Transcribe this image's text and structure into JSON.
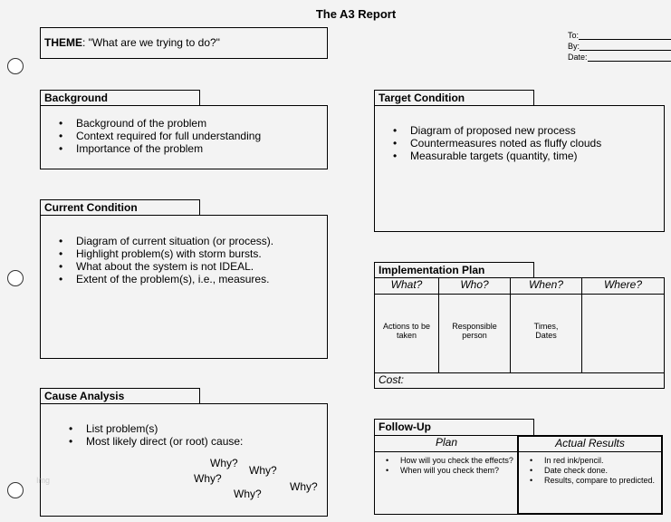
{
  "title": "The A3 Report",
  "theme": {
    "label": "THEME",
    "text": ": \"What are we trying to do?\""
  },
  "meta": {
    "to": "To:",
    "by": "By:",
    "date": "Date:"
  },
  "watermark": "Img",
  "background": {
    "title": "Background",
    "items": [
      "Background of the problem",
      "Context required for full understanding",
      "Importance of the problem"
    ]
  },
  "current": {
    "title": "Current Condition",
    "items": [
      "Diagram of current situation (or process).",
      "Highlight problem(s) with storm bursts.",
      "What about the system is not IDEAL.",
      "Extent of the problem(s), i.e., measures."
    ]
  },
  "cause": {
    "title": "Cause Analysis",
    "items": [
      "List problem(s)",
      "Most likely direct (or root) cause:"
    ],
    "whys": [
      "Why?",
      "Why?",
      "Why?",
      "Why?",
      "Why?"
    ]
  },
  "target": {
    "title": "Target Condition",
    "items": [
      "Diagram of proposed new process",
      "Countermeasures noted as fluffy clouds",
      "Measurable targets (quantity, time)"
    ]
  },
  "plan": {
    "title": "Implementation Plan",
    "headers": [
      "What?",
      "Who?",
      "When?",
      "Where?"
    ],
    "cells": [
      "Actions to be taken",
      "Responsible person",
      "Times, Dates",
      ""
    ],
    "cost": "Cost:"
  },
  "followup": {
    "title": "Follow-Up",
    "plan_header": "Plan",
    "plan_items": [
      "How will you check the effects?",
      "When will you check them?"
    ],
    "results_header": "Actual Results",
    "results_items": [
      "In red ink/pencil.",
      "Date check done.",
      "Results, compare to predicted."
    ]
  }
}
